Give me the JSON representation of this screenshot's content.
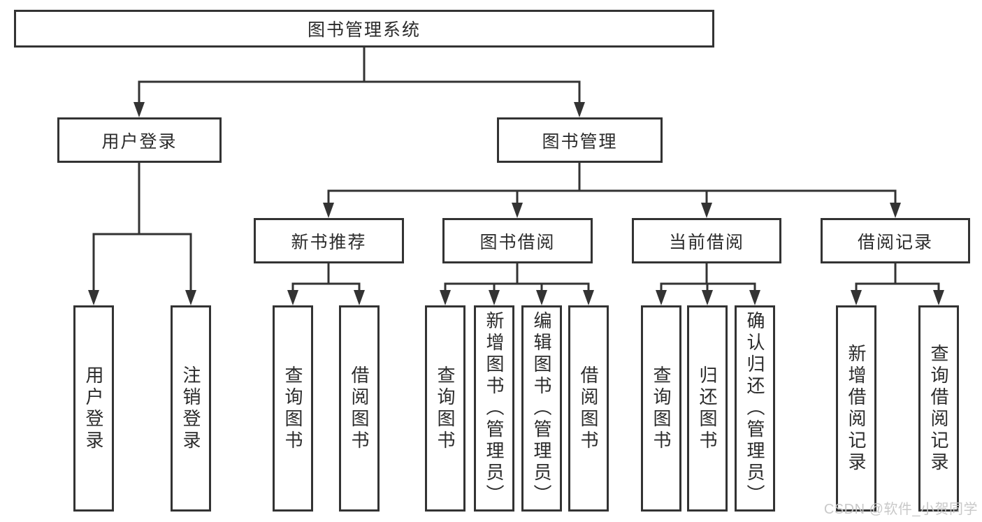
{
  "diagram_title": "图书管理系统",
  "nodes": {
    "root": {
      "label": "图书管理系统"
    },
    "user_login_branch": {
      "label": "用户登录",
      "children": {
        "user_login": {
          "label": "用户登录"
        },
        "logout": {
          "label": "注销登录"
        }
      }
    },
    "book_mgmt_branch": {
      "label": "图书管理",
      "children": {
        "new_book_rec": {
          "label": "新书推荐",
          "children": {
            "query_book": {
              "label": "查询图书"
            },
            "borrow_book": {
              "label": "借阅图书"
            }
          }
        },
        "book_borrow": {
          "label": "图书借阅",
          "children": {
            "query_book": {
              "label": "查询图书"
            },
            "add_book": {
              "label": "新增图书（管理员）"
            },
            "edit_book": {
              "label": "编辑图书（管理员）"
            },
            "borrow_book": {
              "label": "借阅图书"
            }
          }
        },
        "current_borrow": {
          "label": "当前借阅",
          "children": {
            "query_book": {
              "label": "查询图书"
            },
            "return_book": {
              "label": "归还图书"
            },
            "confirm_return": {
              "label": "确认归还（管理员）"
            }
          }
        },
        "borrow_record": {
          "label": "借阅记录",
          "children": {
            "add_record": {
              "label": "新增借阅记录"
            },
            "query_record": {
              "label": "查询借阅记录"
            }
          }
        }
      }
    }
  },
  "watermark": {
    "text": "CSDN @软件_小贺同学"
  },
  "colors": {
    "line": "#333333",
    "node_border": "#333333",
    "node_background": "#ffffff",
    "text": "#2b2b2b",
    "page_background": "#ffffff",
    "watermark": "#c6c6c6"
  }
}
